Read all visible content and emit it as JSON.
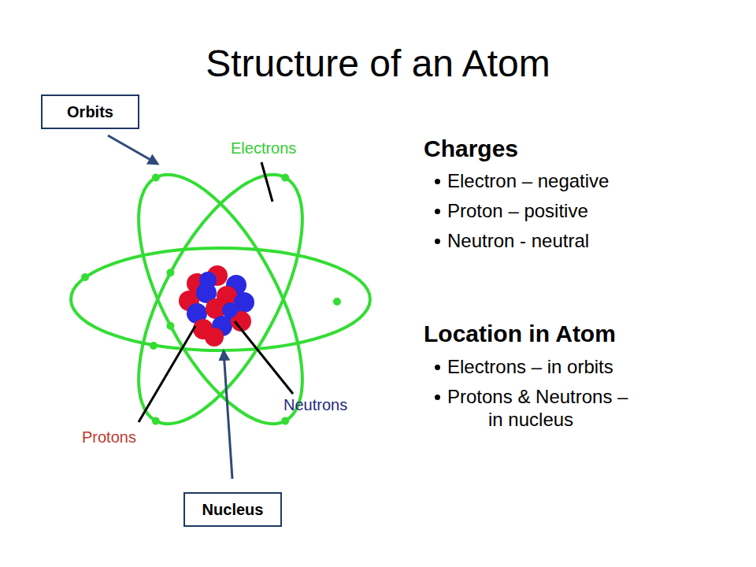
{
  "diagram": {
    "title": "Structure of an Atom",
    "nodes": [
      {
        "text": [
          "Orbits"
        ]
      },
      {
        "text": [
          "Nucleus"
        ]
      }
    ],
    "labels": [
      "Electrons",
      "Neutrons",
      "Protons",
      "Charges",
      "Electron – negative",
      "Proton – positive",
      "Neutron - neutral",
      "Location in Atom",
      "Electrons – in orbits",
      "Protons & Neutrons – in nucleus"
    ]
  }
}
